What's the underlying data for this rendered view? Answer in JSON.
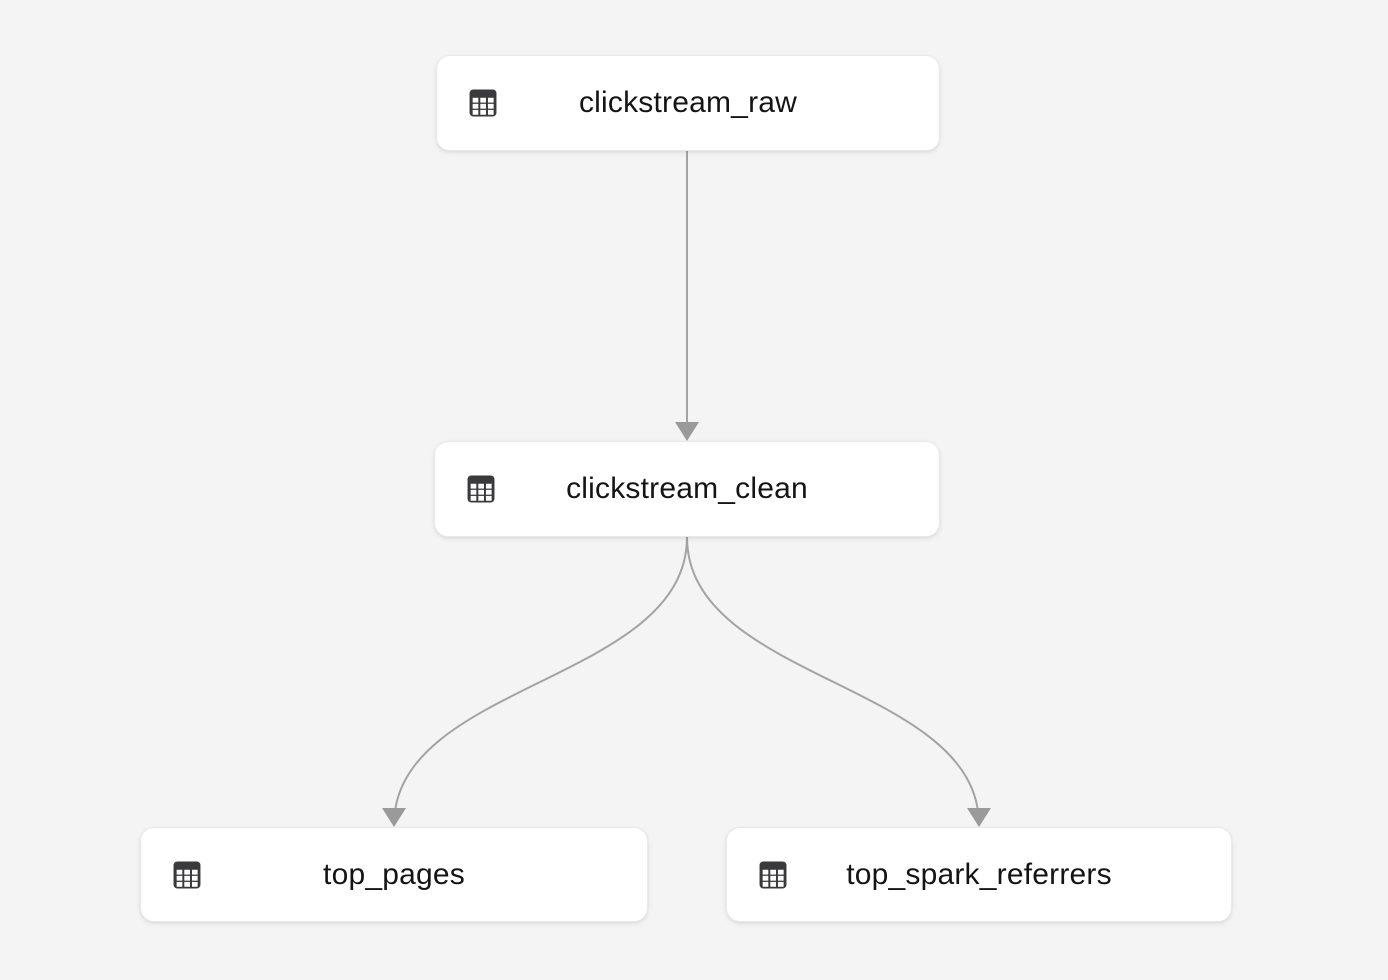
{
  "canvas": {
    "name": "pipeline-lineage-graph",
    "background_color": "#f4f4f4"
  },
  "colors": {
    "node_background": "#ffffff",
    "node_border": "#e9e9e9",
    "node_text": "#141414",
    "icon_color": "#3a3a3c",
    "edge_stroke": "#a3a3a3",
    "arrowhead_fill": "#9a9a9a"
  },
  "nodes": [
    {
      "id": "clickstream_raw",
      "label": "clickstream_raw",
      "icon": "table-icon"
    },
    {
      "id": "clickstream_clean",
      "label": "clickstream_clean",
      "icon": "table-icon"
    },
    {
      "id": "top_pages",
      "label": "top_pages",
      "icon": "table-icon"
    },
    {
      "id": "top_spark_referrers",
      "label": "top_spark_referrers",
      "icon": "table-icon"
    }
  ],
  "edges": [
    {
      "from": "clickstream_raw",
      "to": "clickstream_clean"
    },
    {
      "from": "clickstream_clean",
      "to": "top_pages"
    },
    {
      "from": "clickstream_clean",
      "to": "top_spark_referrers"
    }
  ]
}
